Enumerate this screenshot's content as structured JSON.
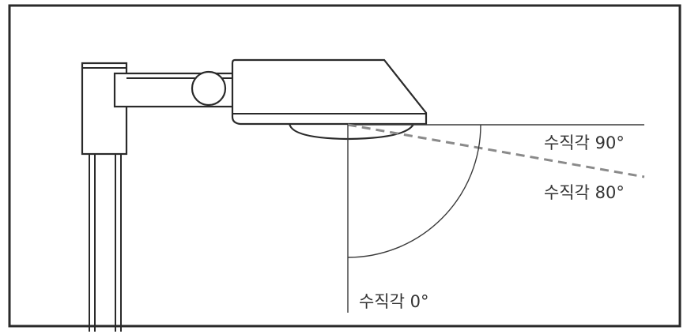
{
  "labels": {
    "vertical_90": "수직각 90°",
    "vertical_80": "수직각 80°",
    "vertical_0": "수직각 0°"
  },
  "colors": {
    "line": "#2a2a2a",
    "dashed": "#8a8a8a",
    "text": "#333333"
  }
}
